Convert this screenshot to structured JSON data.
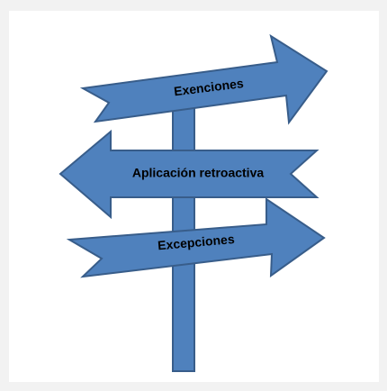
{
  "diagram": {
    "signs": [
      {
        "label": "Exenciones",
        "direction": "right"
      },
      {
        "label": "Aplicación retroactiva",
        "direction": "left"
      },
      {
        "label": "Excepciones",
        "direction": "right"
      }
    ],
    "colors": {
      "fill": "#4f81bd",
      "stroke": "#385d8a",
      "text": "#000000",
      "background": "#ffffff",
      "frame": "#f2f2f2"
    }
  }
}
